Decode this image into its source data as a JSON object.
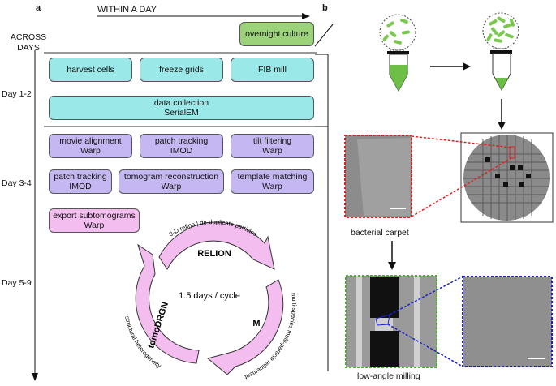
{
  "panel_a": {
    "label": "a",
    "within_a_day": "WITHIN A DAY",
    "across_days_line1": "ACROSS",
    "across_days_line2": "DAYS",
    "days": [
      "Day 1-2",
      "Day 3-4",
      "Day 5-9"
    ],
    "overnight": "overnight culture",
    "row1": [
      "harvest cells",
      "freeze grids",
      "FIB mill"
    ],
    "data_collection": {
      "line1": "data collection",
      "line2": "SerialEM"
    },
    "row3": [
      {
        "line1": "movie alignment",
        "line2": "Warp"
      },
      {
        "line1": "patch tracking",
        "line2": "IMOD"
      },
      {
        "line1": "tilt filtering",
        "line2": "Warp"
      }
    ],
    "row4": [
      {
        "line1": "patch tracking",
        "line2": "IMOD"
      },
      {
        "line1": "tomogram reconstruction",
        "line2": "Warp"
      },
      {
        "line1": "template matching",
        "line2": "Warp"
      }
    ],
    "export": {
      "line1": "export subtomograms",
      "line2": "Warp"
    },
    "cycle": {
      "center": "1.5 days / cycle",
      "relion": "RELION",
      "relion_desc": "3-D refine | de-duplicate particles",
      "m": "M",
      "m_desc": "multi-species multi-particle refinement",
      "tomodrgn": "tomoDRGN",
      "tomodrgn_desc": "structural heterogeneity"
    }
  },
  "panel_b": {
    "label": "b",
    "bacterial_carpet": "bacterial carpet",
    "low_angle_milling": "low-angle milling"
  },
  "colors": {
    "cyan": "#9be8e8",
    "purple": "#c5b8f2",
    "pink": "#f4bdf0",
    "green": "#9bd27a",
    "red_dash": "#e02020",
    "green_dash": "#4caf30",
    "blue_dash": "#2020d0"
  }
}
